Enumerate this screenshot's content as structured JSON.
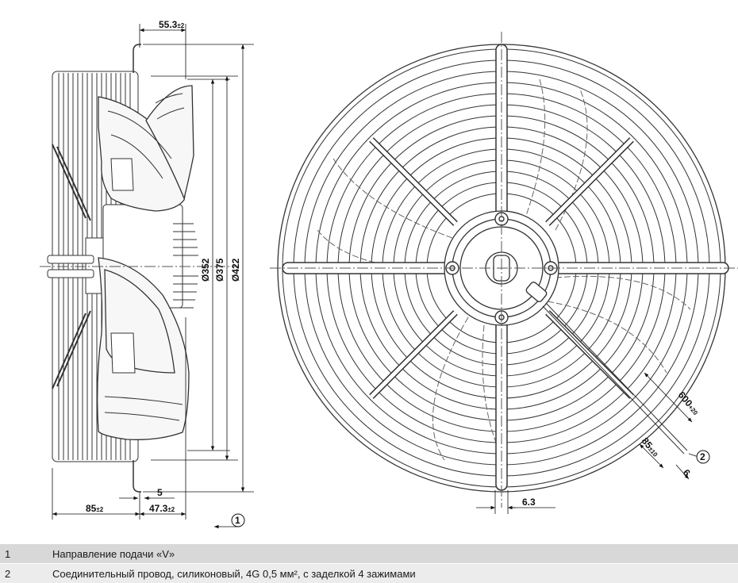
{
  "dimensions": {
    "offset_55": {
      "value": "55.3",
      "tol": "±2"
    },
    "dia_352": "Ø352",
    "dia_375": "Ø375",
    "dia_422": "Ø422",
    "gap_5": "5",
    "depth_85": {
      "value": "85",
      "tol": "±2"
    },
    "depth_47": {
      "value": "47.3",
      "tol": "±2"
    },
    "cable_600": {
      "value": "600",
      "tol": "+20"
    },
    "strip_85": {
      "value": "85",
      "tol": "±10"
    },
    "strip_6": "6",
    "bracket_6_3": "6.3"
  },
  "callouts": {
    "c1": "1",
    "c2": "2"
  },
  "legend": [
    {
      "num": "1",
      "text": "Направление подачи «V»"
    },
    {
      "num": "2",
      "text": "Соединительный провод, силиконовый, 4G 0,5 мм², с заделкой 4 зажимами"
    }
  ]
}
